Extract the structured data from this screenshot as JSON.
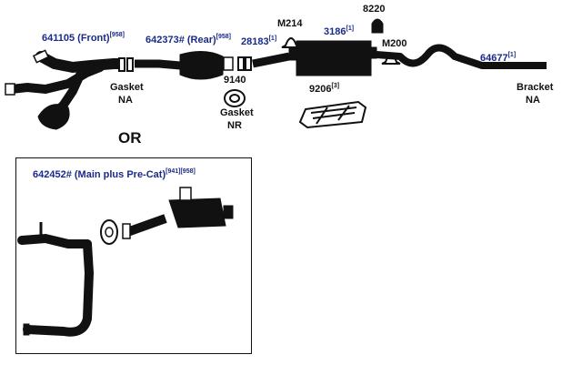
{
  "parts": {
    "front_pipe": {
      "number": "641105 (Front)",
      "ref": "[958]"
    },
    "rear_pipe": {
      "number": "642373# (Rear)",
      "ref": "[958]"
    },
    "pipe_28183": {
      "number": "28183",
      "ref": "[1]"
    },
    "clamp_m214": {
      "number": "M214"
    },
    "muffler": {
      "number": "3186",
      "ref": "[1]"
    },
    "hanger_8220": {
      "number": "8220"
    },
    "clamp_m200": {
      "number": "M200"
    },
    "tailpipe": {
      "number": "64677",
      "ref": "[1]"
    },
    "gasket_9140": {
      "number": "9140"
    },
    "heat_shield": {
      "number": "9206",
      "ref": "[3]"
    },
    "main_plus_precat": {
      "number": "642452# (Main plus Pre-Cat)",
      "ref1": "[941]",
      "ref2": "[958]"
    }
  },
  "notes": {
    "gasket_na_1": "Gasket",
    "gasket_na_2": "NA",
    "gasket_nr_1": "Gasket",
    "gasket_nr_2": "NR",
    "bracket_na_1": "Bracket",
    "bracket_na_2": "NA",
    "or_label": "OR"
  },
  "colors": {
    "part_label": "#1a2a8a",
    "note_label": "#111111",
    "drawing": "#111111"
  }
}
